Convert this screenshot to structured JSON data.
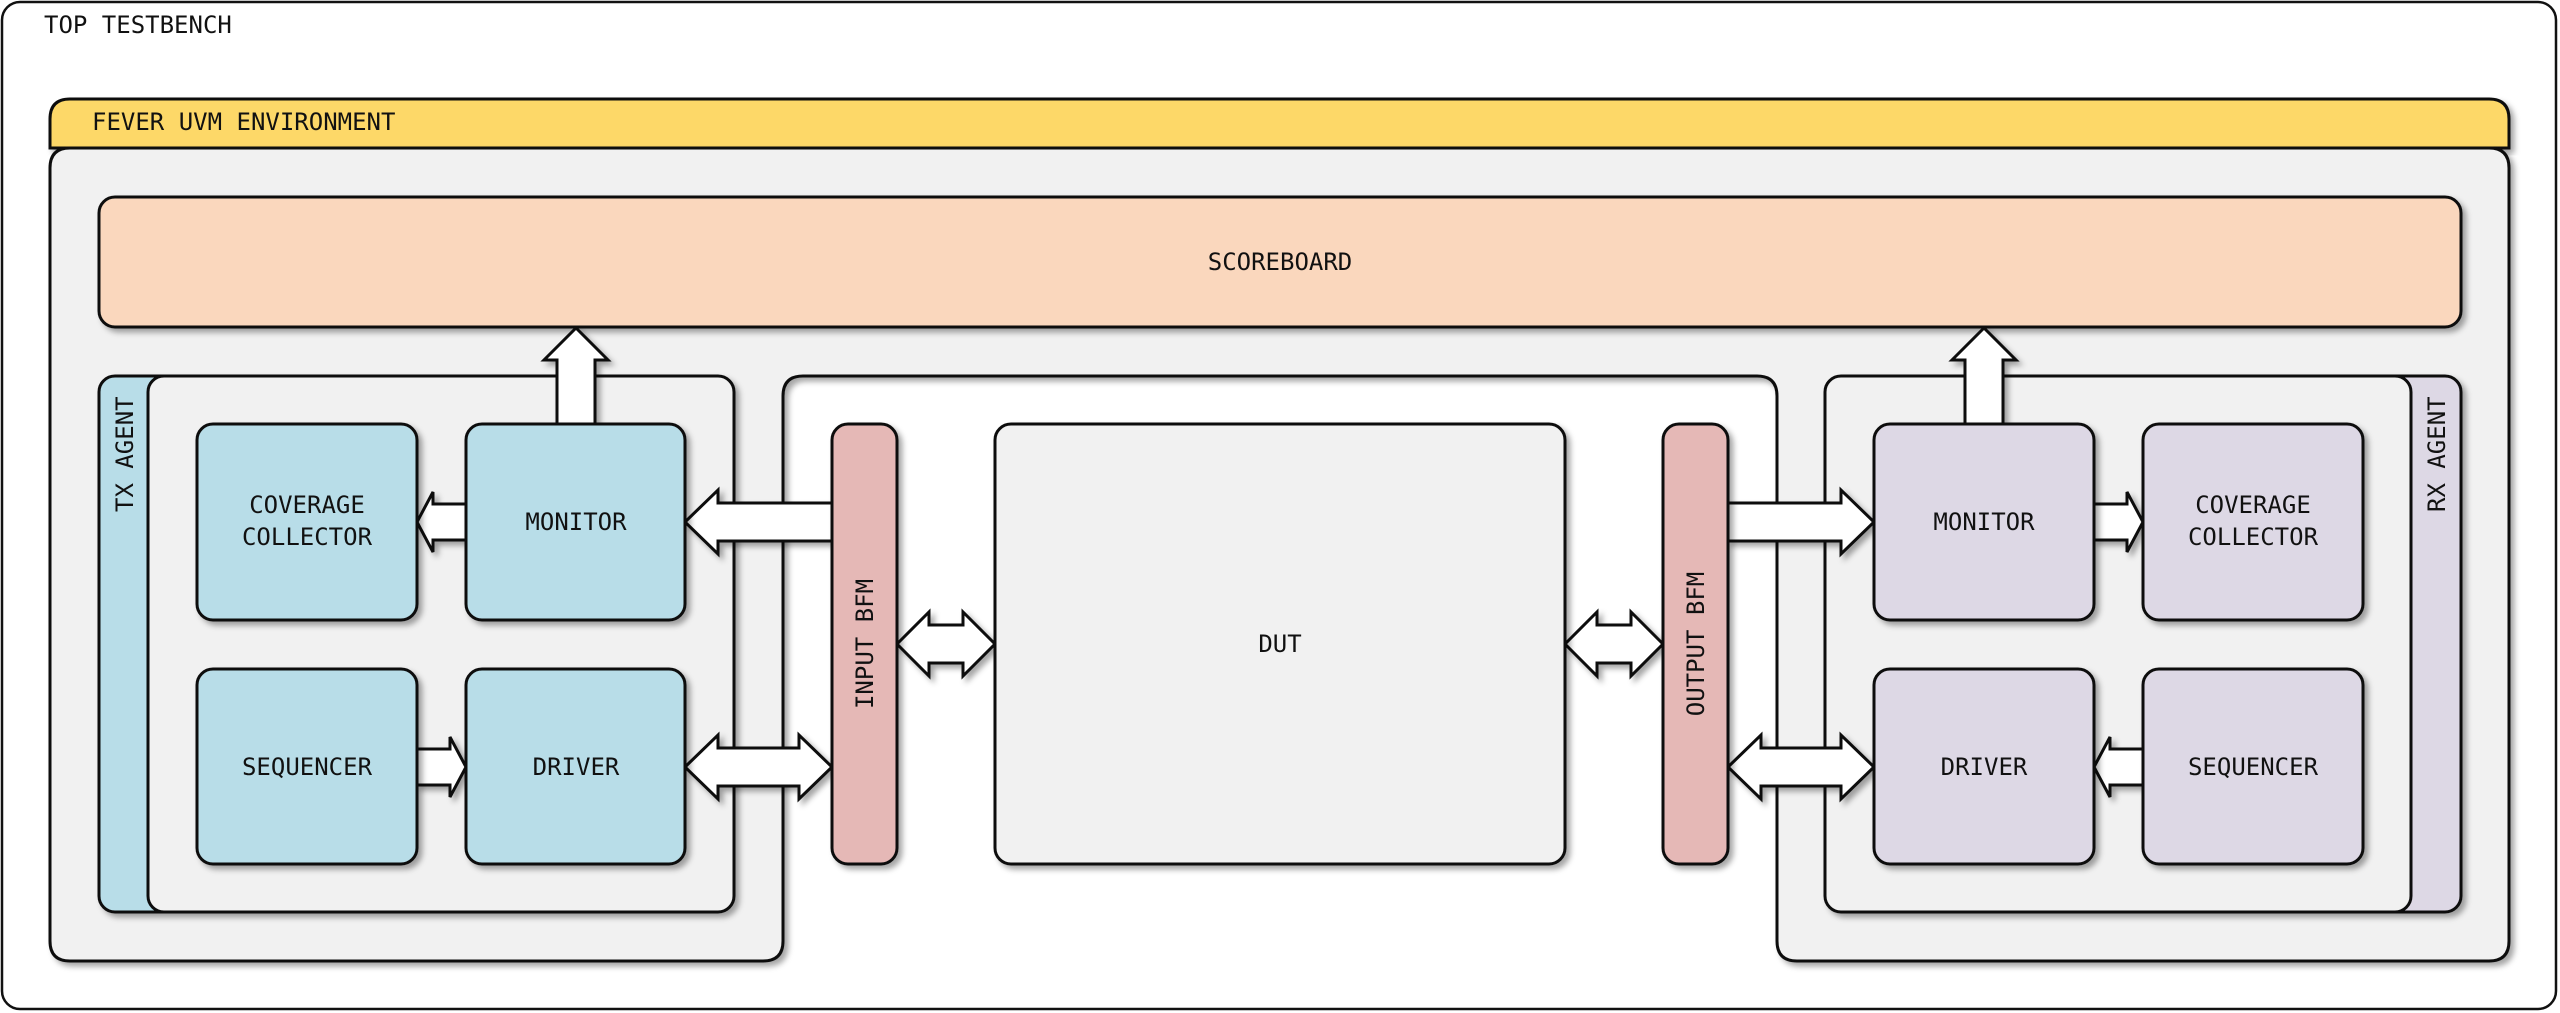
{
  "top_testbench": {
    "label": "TOP TESTBENCH"
  },
  "environment": {
    "label": "FEVER UVM ENVIRONMENT",
    "header_color": "#FDD867",
    "body_color": "#F1F1F1"
  },
  "scoreboard": {
    "label": "SCOREBOARD",
    "color": "#FAD7BD"
  },
  "tx_agent": {
    "label": "TX AGENT",
    "color": "#B8DDE8",
    "coverage_collector": {
      "label_line1": "COVERAGE",
      "label_line2": "COLLECTOR"
    },
    "monitor": {
      "label": "MONITOR"
    },
    "sequencer": {
      "label": "SEQUENCER"
    },
    "driver": {
      "label": "DRIVER"
    }
  },
  "rx_agent": {
    "label": "RX AGENT",
    "color": "#DDD8E5",
    "coverage_collector": {
      "label_line1": "COVERAGE",
      "label_line2": "COLLECTOR"
    },
    "monitor": {
      "label": "MONITOR"
    },
    "sequencer": {
      "label": "SEQUENCER"
    },
    "driver": {
      "label": "DRIVER"
    }
  },
  "input_bfm": {
    "label": "INPUT BFM",
    "color": "#E5B8B6"
  },
  "output_bfm": {
    "label": "OUTPUT BFM",
    "color": "#E5B8B6"
  },
  "dut": {
    "label": "DUT",
    "color": "#F1F1F1"
  },
  "connections": [
    {
      "from": "tx_monitor",
      "to": "scoreboard",
      "type": "single"
    },
    {
      "from": "rx_monitor",
      "to": "scoreboard",
      "type": "single"
    },
    {
      "from": "tx_monitor",
      "to": "tx_coverage_collector",
      "type": "single"
    },
    {
      "from": "input_bfm",
      "to": "tx_monitor",
      "type": "single"
    },
    {
      "from": "tx_sequencer",
      "to": "tx_driver",
      "type": "single"
    },
    {
      "from": "tx_driver",
      "to": "input_bfm",
      "type": "double"
    },
    {
      "from": "input_bfm",
      "to": "dut",
      "type": "double"
    },
    {
      "from": "dut",
      "to": "output_bfm",
      "type": "double"
    },
    {
      "from": "output_bfm",
      "to": "rx_monitor",
      "type": "single"
    },
    {
      "from": "rx_monitor",
      "to": "rx_coverage_collector",
      "type": "single"
    },
    {
      "from": "output_bfm",
      "to": "rx_driver",
      "type": "double"
    },
    {
      "from": "rx_sequencer",
      "to": "rx_driver",
      "type": "single"
    }
  ]
}
